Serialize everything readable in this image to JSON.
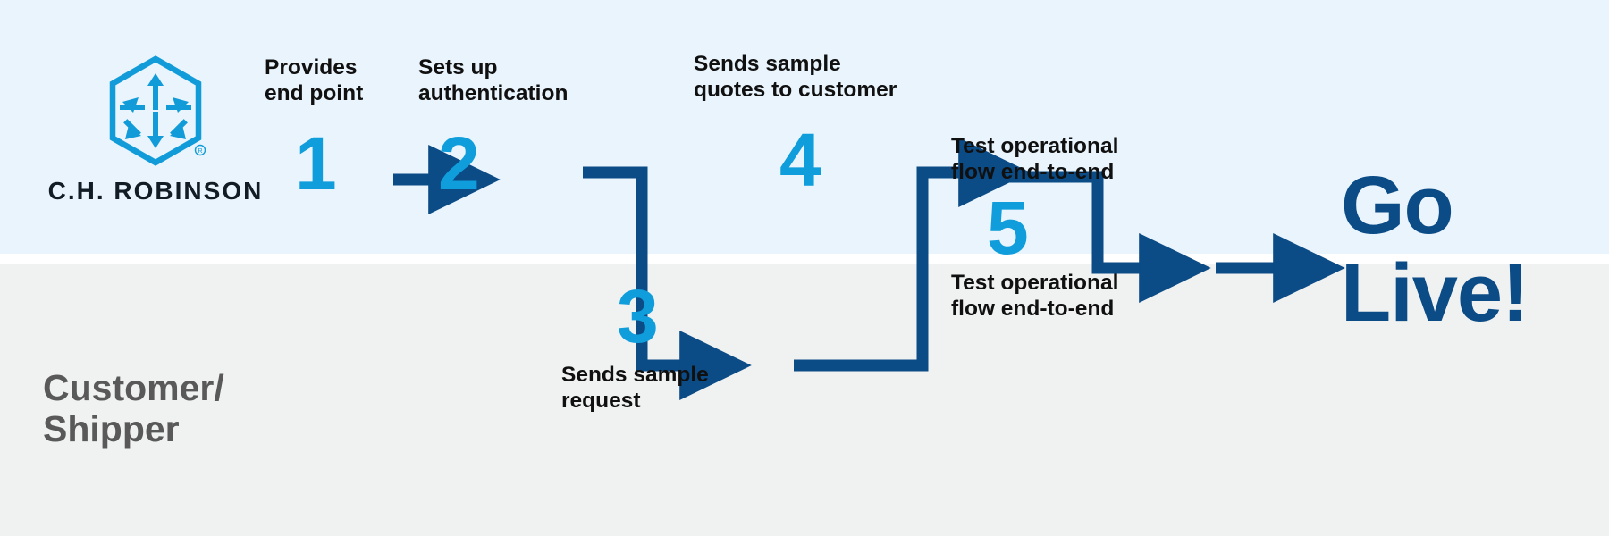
{
  "diagram": {
    "title_text_present": false,
    "colors": {
      "band_top": "#e9f4fc",
      "band_bottom": "#f0f1f1",
      "accent_light_blue": "#0f9ddb",
      "accent_dark_blue": "#0b4b86",
      "logo_blue": "#119cd9",
      "text_dark": "#101010",
      "lane_label_gray": "#595959"
    }
  },
  "brand": {
    "logo_icon": "hexagon-arrows-logo",
    "name": "C.H. ROBINSON",
    "trademark": "®"
  },
  "lanes": {
    "top_label": "",
    "bottom_label": "Customer/\nShipper"
  },
  "steps": [
    {
      "number": "1",
      "caption_above": "Provides\nend point",
      "caption_below": "",
      "lane": "top"
    },
    {
      "number": "2",
      "caption_above": "Sets up\nauthentication",
      "caption_below": "",
      "lane": "top"
    },
    {
      "number": "3",
      "caption_above": "",
      "caption_below": "Sends sample\nrequest",
      "lane": "bottom"
    },
    {
      "number": "4",
      "caption_above": "Sends sample\nquotes to customer",
      "caption_below": "",
      "lane": "top"
    },
    {
      "number": "5",
      "caption_above": "Test operational\nflow end-to-end",
      "caption_below": "Test operational\nflow end-to-end",
      "lane": "straddle"
    }
  ],
  "connectors": [
    {
      "name": "step-1-to-step-2",
      "kind": "straight-arrow-right"
    },
    {
      "name": "step-2-to-step-3",
      "kind": "elbow-right-down-right-arrow"
    },
    {
      "name": "step-3-to-step-4",
      "kind": "elbow-right-up-right-arrow"
    },
    {
      "name": "step-4-to-step-5",
      "kind": "elbow-right-down-right-arrow"
    },
    {
      "name": "step-5-to-go-live",
      "kind": "straight-arrow-right"
    }
  ],
  "outcome": {
    "line1": "Go",
    "line2": "Live!"
  }
}
